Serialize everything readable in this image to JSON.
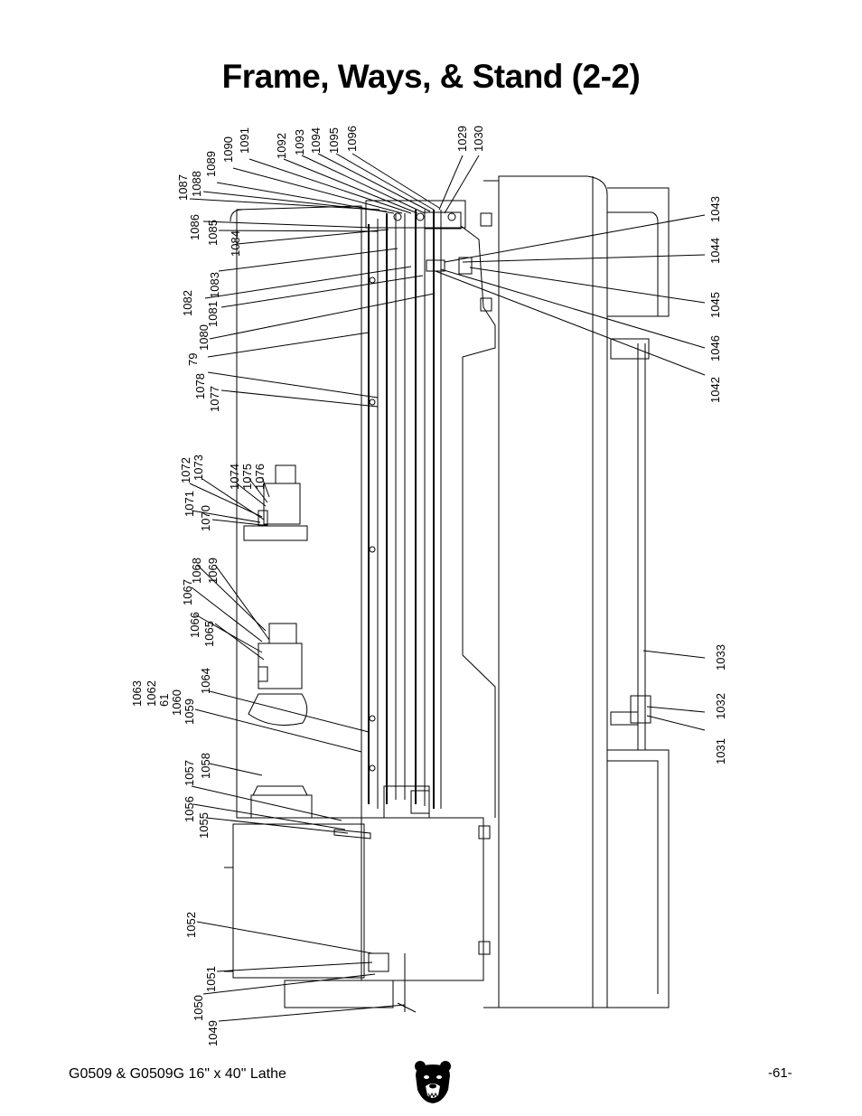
{
  "page": {
    "title": "Frame, Ways, & Stand (2-2)",
    "footer_left": "G0509 & G0509G 16\" x 40\" Lathe",
    "page_number": "-61-",
    "logo_icon": "bear-head-icon"
  },
  "diagram": {
    "part_labels": [
      "1087",
      "1088",
      "1089",
      "1090",
      "1091",
      "1092",
      "1093",
      "1094",
      "1095",
      "1096",
      "1029",
      "1030",
      "1086",
      "1085",
      "1084",
      "1083",
      "1082",
      "1081",
      "1080",
      "79",
      "1078",
      "1077",
      "1072",
      "1073",
      "1074",
      "1075",
      "1076",
      "1071",
      "1070",
      "1068",
      "1069",
      "1067",
      "1066",
      "1065",
      "1063",
      "1062",
      "61",
      "1060",
      "1059",
      "1064",
      "1057",
      "1058",
      "1056",
      "1055",
      "1052",
      "1051",
      "1050",
      "1049",
      "1043",
      "1044",
      "1045",
      "1046",
      "1042",
      "1033",
      "1032",
      "1031"
    ]
  }
}
